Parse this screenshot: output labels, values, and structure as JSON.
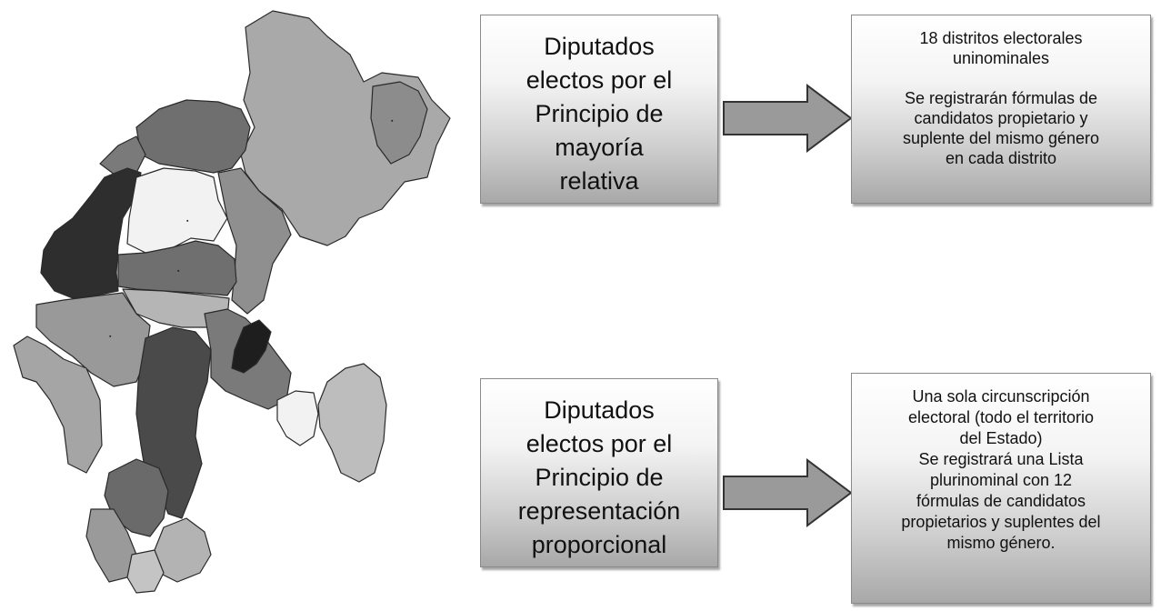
{
  "mayoria": {
    "title_lines": [
      "Diputados",
      "electos por el",
      "Principio de",
      "mayoría",
      "relativa"
    ]
  },
  "representacion": {
    "title_lines": [
      "Diputados",
      "electos por el",
      "Principio de",
      "representación",
      "proporcional"
    ]
  },
  "distritos": {
    "lines_a": [
      "18 distritos electorales",
      "uninominales"
    ],
    "lines_b": [
      "Se registrarán fórmulas de",
      "candidatos propietario y",
      "suplente del mismo género",
      "en cada distrito"
    ]
  },
  "circunscripcion": {
    "lines": [
      "Una sola circunscripción",
      "electoral (todo el territorio",
      "del Estado)",
      "Se registrará una Lista",
      "plurinominal con 12",
      "fórmulas de candidatos",
      "propietarios y suplentes del",
      "mismo género."
    ]
  },
  "colors": {
    "box_top": "#ffffff",
    "box_bottom": "#a8a8a8",
    "arrow_fill": "#9a9a9a",
    "map_dark": "#2e2e2e",
    "map_mid": "#6f6f6f",
    "map_light": "#a9a9a9",
    "map_white": "#f2f2f2"
  }
}
